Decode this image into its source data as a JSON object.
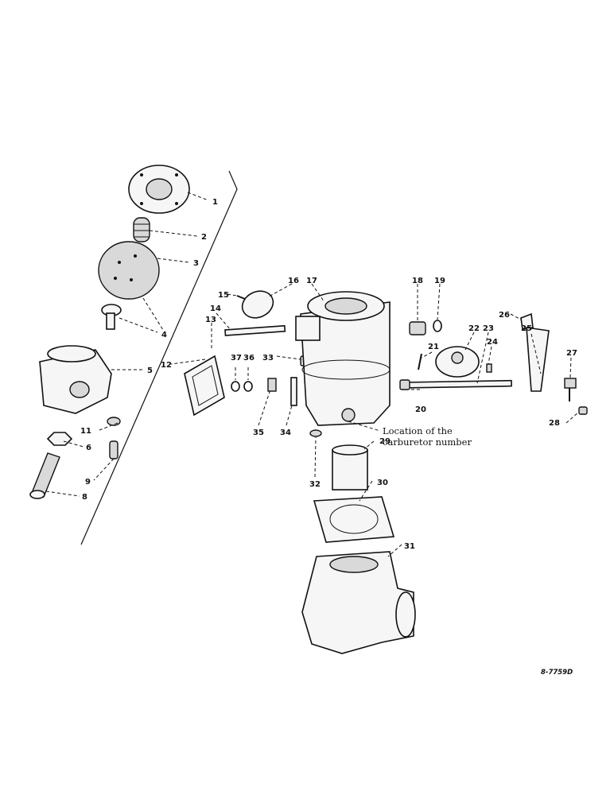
{
  "callouts": [
    "1",
    "2",
    "3",
    "4",
    "5",
    "6",
    "8",
    "9",
    "11",
    "12",
    "13",
    "14",
    "15",
    "16",
    "17",
    "18",
    "19",
    "20",
    "21",
    "22",
    "23",
    "24",
    "25",
    "26",
    "27",
    "28",
    "29",
    "30",
    "31",
    "32",
    "33",
    "34",
    "35",
    "36",
    "37"
  ],
  "note": {
    "line1": "Location of the",
    "line2": "carburetor number"
  },
  "figure_code": "8-7759D"
}
